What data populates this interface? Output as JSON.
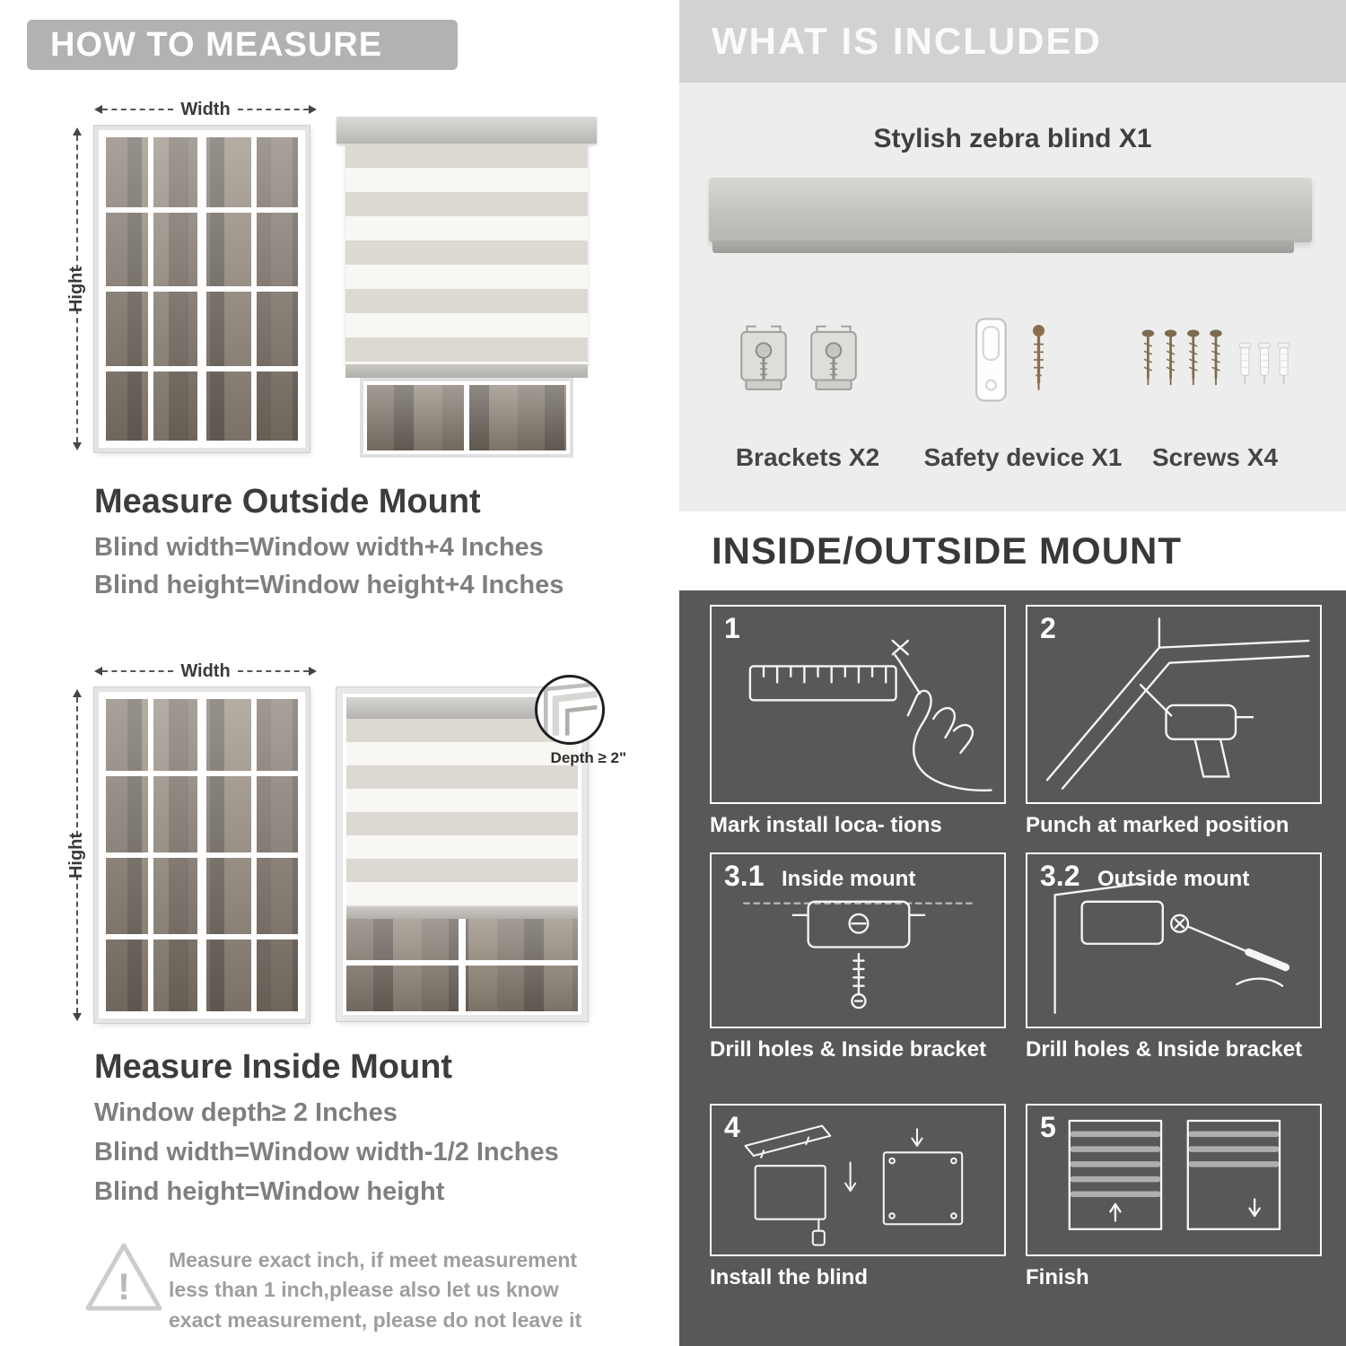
{
  "left": {
    "banner": "HOW TO MEASURE",
    "outside": {
      "width_label": "Width",
      "height_label": "Hight",
      "heading": "Measure Outside Mount",
      "lines": [
        "Blind width=Window width+4 Inches",
        "Blind height=Window height+4 Inches"
      ]
    },
    "inside": {
      "width_label": "Width",
      "height_label": "Hight",
      "depth_callout": "Depth ≥ 2\"",
      "heading": "Measure Inside Mount",
      "lines": [
        "Window depth≥ 2 Inches",
        "Blind width=Window width-1/2 Inches",
        "Blind height=Window height"
      ]
    },
    "warning": {
      "mark": "!",
      "text": "Measure exact inch, if meet measurement less than 1 inch,please also let us know exact measurement, please do not leave it"
    }
  },
  "right": {
    "included": {
      "banner": "WHAT IS INCLUDED",
      "product_label": "Stylish zebra blind X1",
      "items": [
        {
          "label": "Brackets X2",
          "icon": "bracket-icon"
        },
        {
          "label": "Safety device X1",
          "icon": "safety-device-icon"
        },
        {
          "label": "Screws X4",
          "icon": "screw-icon"
        }
      ]
    },
    "mount": {
      "title": "INSIDE/OUTSIDE MOUNT",
      "steps": [
        {
          "num": "1",
          "sub": "",
          "caption": "Mark install loca- tions"
        },
        {
          "num": "2",
          "sub": "",
          "caption": "Punch at  marked position"
        },
        {
          "num": "3.1",
          "sub": "Inside mount",
          "caption": "Drill holes &  Inside bracket"
        },
        {
          "num": "3.2",
          "sub": "Outside mount",
          "caption": "Drill holes &  Inside bracket"
        },
        {
          "num": "4",
          "sub": "",
          "caption": "Install the blind"
        },
        {
          "num": "5",
          "sub": "",
          "caption": "Finish"
        }
      ]
    }
  }
}
